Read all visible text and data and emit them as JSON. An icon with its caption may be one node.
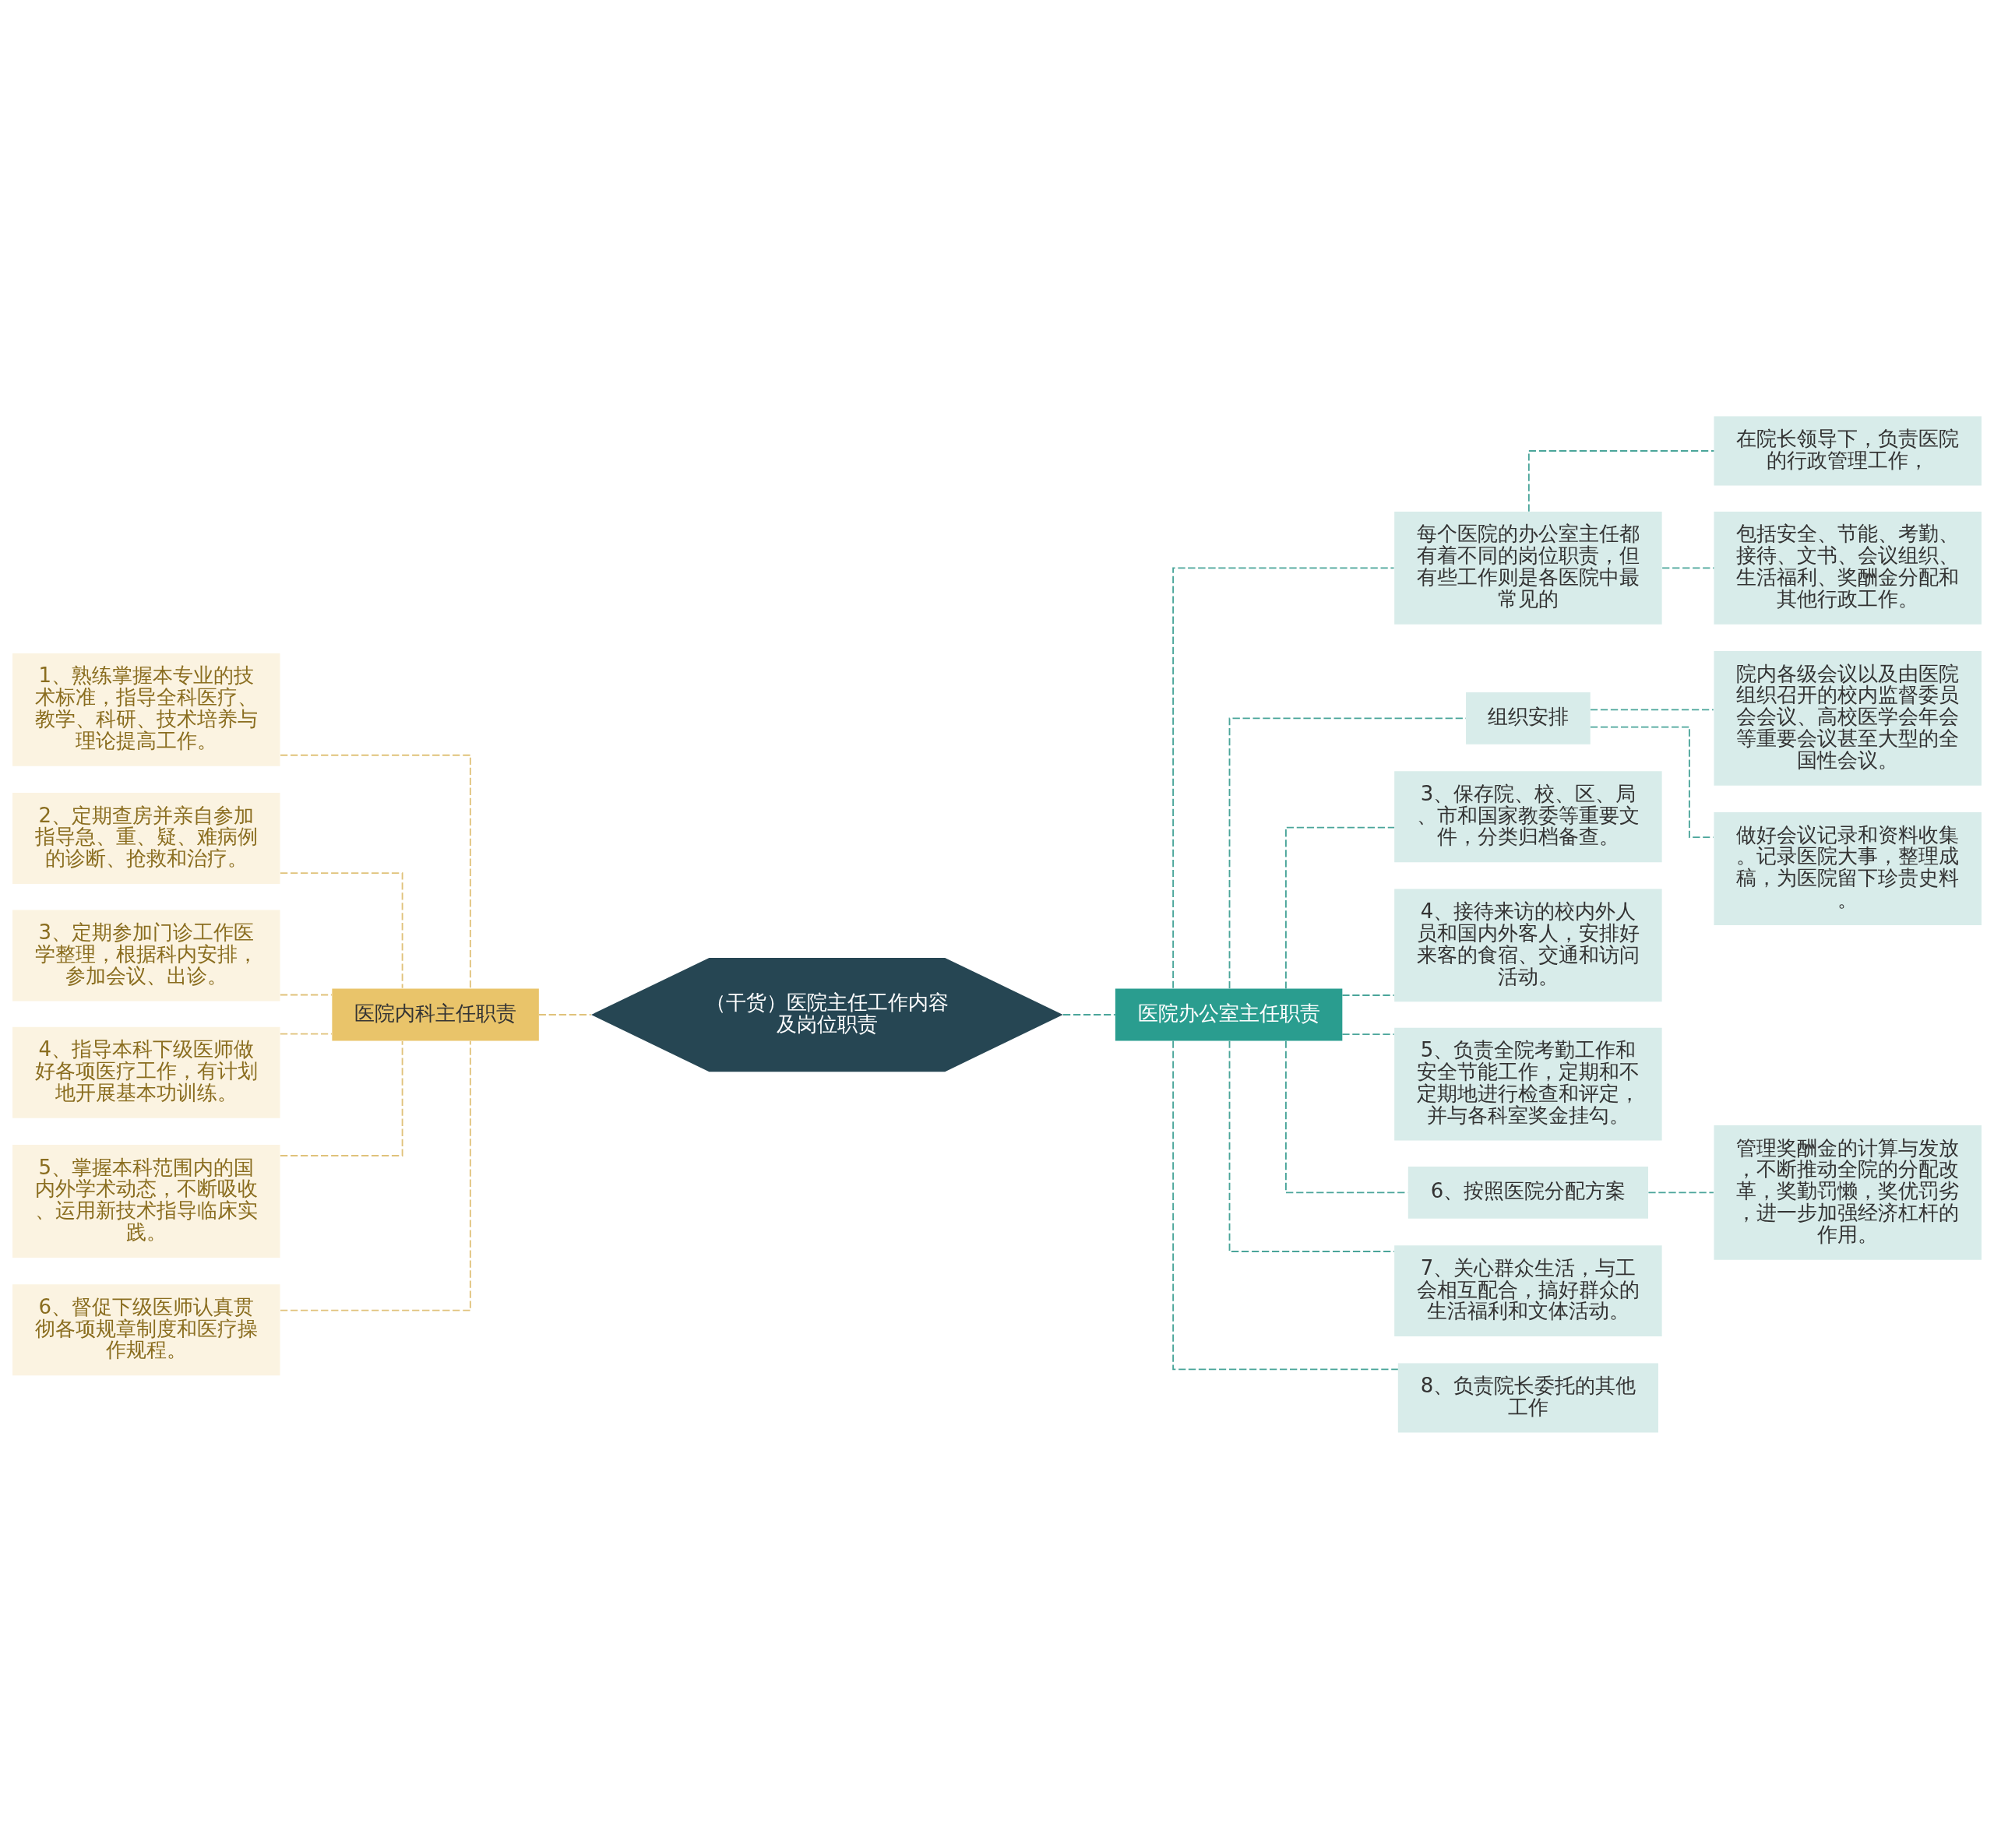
{
  "diagram": {
    "nodes": [
      {
        "text": [
          "（干货）医院主任工作内容及岗位职责"
        ]
      },
      {
        "text": [
          "医院内科主任职责"
        ]
      },
      {
        "text": [
          "1、熟练掌握本专业的技术标准，指导全科医疗、教学、科研、技术培养与理论提高工作。"
        ]
      },
      {
        "text": [
          "2、定期查房并亲自参加指导急、重、疑、难病例的诊断、抢救和治疗。"
        ]
      },
      {
        "text": [
          "3、定期参加门诊工作医学整理，根据科内安排，参加会议、出诊。"
        ]
      },
      {
        "text": [
          "4、指导本科下级医师做好各项医疗工作，有计划地开展基本功训练。"
        ]
      },
      {
        "text": [
          "5、掌握本科范围内的国内外学术动态，不断吸收、运用新技术指导临床实践。"
        ]
      },
      {
        "text": [
          "6、督促下级医师认真贯彻各项规章制度和医疗操作规程。"
        ]
      },
      {
        "text": [
          "医院办公室主任职责"
        ]
      },
      {
        "text": [
          "每个医院的办公室主任都有着不同的岗位职责，但有些工作则是各医院中最常见的"
        ]
      },
      {
        "text": [
          "在院长领导下，负责医院的行政管理工作，"
        ]
      },
      {
        "text": [
          "包括安全、节能、考勤、接待、文书、会议组织、生活福利、奖酬金分配和其他行政工作。"
        ]
      },
      {
        "text": [
          "组织安排"
        ]
      },
      {
        "text": [
          "院内各级会议以及由医院组织召开的校内监督委员会会议、高校医学会年会等重要会议甚至大型的全国性会议。"
        ]
      },
      {
        "text": [
          "做好会议记录和资料收集。记录医院大事，整理成稿，为医院留下珍贵史料。"
        ]
      },
      {
        "text": [
          "3、保存院、校、区、局、市和国家教委等重要文件，分类归档备查。"
        ]
      },
      {
        "text": [
          "4、接待来访的校内外人员和国内外客人，安排好来客的食宿、交通和访问活动。"
        ]
      },
      {
        "text": [
          "5、负责全院考勤工作和安全节能工作，定期和不定期地进行检查和评定，并与各科室奖金挂勾。"
        ]
      },
      {
        "text": [
          "6、按照医院分配方案"
        ]
      },
      {
        "text": [
          "管理奖酬金的计算与发放，不断推动全院的分配改革，奖勤罚懒，奖优罚劣，进一步加强经济杠杆的作用。"
        ]
      },
      {
        "text": [
          "7、关心群众生活，与工会相互配合，搞好群众的生活福利和文体活动。"
        ]
      },
      {
        "text": [
          "8、负责院长委托的其他工作"
        ]
      }
    ],
    "edges": [
      {
        "from": 0,
        "to": 1,
        "arrow": "none",
        "style": "dashed",
        "color": "#e0c27a"
      },
      {
        "from": 1,
        "to": 2,
        "arrow": "none",
        "style": "dashed",
        "color": "#e0c27a"
      },
      {
        "from": 1,
        "to": 3,
        "arrow": "none",
        "style": "dashed",
        "color": "#e0c27a"
      },
      {
        "from": 1,
        "to": 4,
        "arrow": "none",
        "style": "dashed",
        "color": "#e0c27a"
      },
      {
        "from": 1,
        "to": 5,
        "arrow": "none",
        "style": "dashed",
        "color": "#e0c27a"
      },
      {
        "from": 1,
        "to": 6,
        "arrow": "none",
        "style": "dashed",
        "color": "#e0c27a"
      },
      {
        "from": 1,
        "to": 7,
        "arrow": "none",
        "style": "dashed",
        "color": "#e0c27a"
      },
      {
        "from": 0,
        "to": 8,
        "arrow": "none",
        "style": "dashed"
      },
      {
        "from": 8,
        "to": 9,
        "arrow": "none",
        "style": "dashed"
      },
      {
        "from": 9,
        "to": 10,
        "arrow": "none",
        "style": "dashed"
      },
      {
        "from": 9,
        "to": 11,
        "arrow": "none",
        "style": "dashed"
      },
      {
        "from": 8,
        "to": 12,
        "arrow": "none",
        "style": "dashed"
      },
      {
        "from": 12,
        "to": 13,
        "arrow": "none",
        "style": "dashed"
      },
      {
        "from": 12,
        "to": 14,
        "arrow": "none",
        "style": "dashed"
      },
      {
        "from": 8,
        "to": 15,
        "arrow": "none",
        "style": "dashed"
      },
      {
        "from": 8,
        "to": 16,
        "arrow": "none",
        "style": "dashed"
      },
      {
        "from": 8,
        "to": 17,
        "arrow": "none",
        "style": "dashed"
      },
      {
        "from": 8,
        "to": 18,
        "arrow": "none",
        "style": "dashed"
      },
      {
        "from": 18,
        "to": 19,
        "arrow": "none",
        "style": "dashed"
      },
      {
        "from": 8,
        "to": 20,
        "arrow": "none",
        "style": "dashed"
      },
      {
        "from": 8,
        "to": 21,
        "arrow": "none",
        "style": "dashed"
      }
    ]
  }
}
